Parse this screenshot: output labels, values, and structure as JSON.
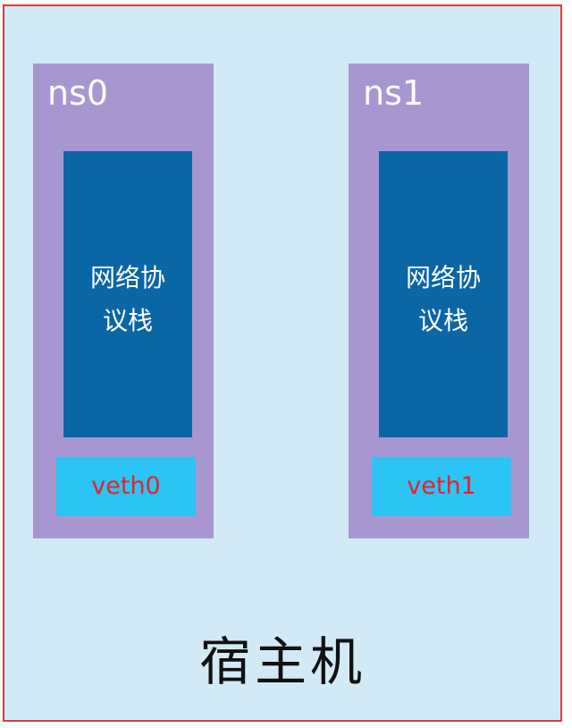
{
  "host": {
    "label": "宿主机"
  },
  "namespaces": [
    {
      "name": "ns0",
      "stack_line1": "网络协",
      "stack_line2": "议栈",
      "veth": "veth0"
    },
    {
      "name": "ns1",
      "stack_line1": "网络协",
      "stack_line2": "议栈",
      "veth": "veth1"
    }
  ],
  "colors": {
    "host_bg": "#d2eaf5",
    "host_border": "#e53935",
    "namespace_bg": "#a896d0",
    "stack_bg": "#0b66a6",
    "veth_bg": "#2bc4f3",
    "veth_text": "#e8212b"
  }
}
